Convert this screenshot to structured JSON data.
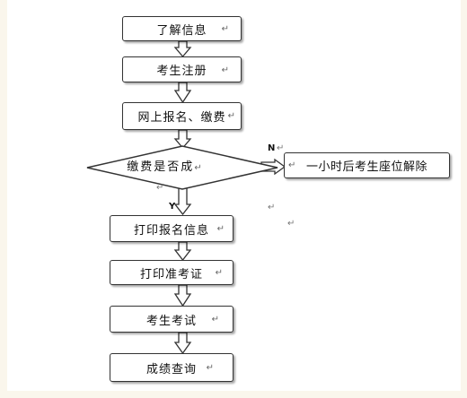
{
  "steps": {
    "s1": "了解信息",
    "s2": "考生注册",
    "s3": "网上报名、缴费",
    "decision": "缴费是否成",
    "no_branch": "一小时后考生座位解除",
    "s4": "打印报名信息",
    "s5": "打印准考证",
    "s6": "考生考试",
    "s7": "成绩查询"
  },
  "labels": {
    "no": "N",
    "yes": "Y"
  },
  "return_mark": "↵"
}
